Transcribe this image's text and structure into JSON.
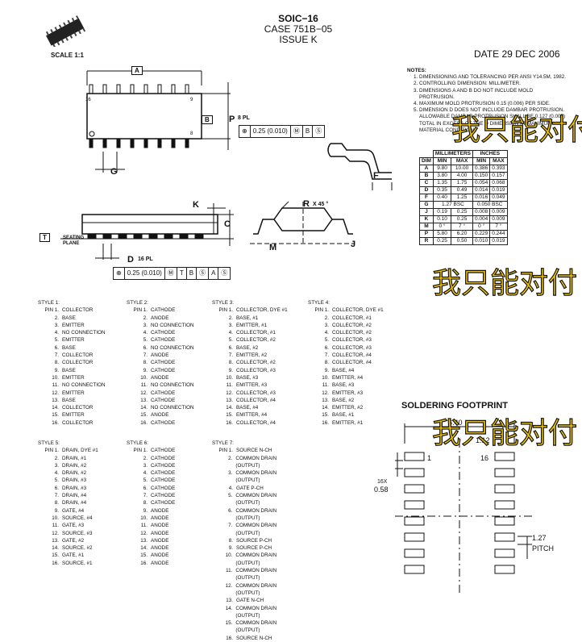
{
  "header": {
    "package": "SOIC−16",
    "case": "CASE 751B−05",
    "issue": "ISSUE K",
    "date": "DATE 29 DEC 2006",
    "scale": "SCALE 1:1"
  },
  "notes": {
    "heading": "NOTES:",
    "items": [
      "DIMENSIONING AND TOLERANCING PER ANSI Y14.5M, 1982.",
      "CONTROLLING DIMENSION: MILLIMETER.",
      "DIMENSIONS A AND B DO NOT INCLUDE MOLD PROTRUSION.",
      "MAXIMUM MOLD PROTRUSION 0.15 (0.006) PER SIDE.",
      "DIMENSION D DOES NOT INCLUDE DAMBAR PROTRUSION. ALLOWABLE DAMBAR PROTRUSION SHALL BE 0.127 (0.005) TOTAL IN EXCESS OF THE D DIMENSION AT MAXIMUM MATERIAL CONDITION."
    ]
  },
  "dim_table": {
    "group1": "MILLIMETERS",
    "group2": "INCHES",
    "cols": [
      "DIM",
      "MIN",
      "MAX",
      "MIN",
      "MAX"
    ],
    "rows": [
      [
        "A",
        "9.80",
        "10.00",
        "0.386",
        "0.393"
      ],
      [
        "B",
        "3.80",
        "4.00",
        "0.150",
        "0.157"
      ],
      [
        "C",
        "1.35",
        "1.75",
        "0.054",
        "0.068"
      ],
      [
        "D",
        "0.35",
        "0.49",
        "0.014",
        "0.019"
      ],
      [
        "F",
        "0.40",
        "1.25",
        "0.016",
        "0.049"
      ],
      [
        "G",
        "1.27 BSC",
        "",
        "0.050 BSC",
        ""
      ],
      [
        "J",
        "0.19",
        "0.25",
        "0.008",
        "0.009"
      ],
      [
        "K",
        "0.10",
        "0.25",
        "0.004",
        "0.009"
      ],
      [
        "M",
        "0 °",
        "7 °",
        "0 °",
        "7 °"
      ],
      [
        "P",
        "5.80",
        "6.20",
        "0.229",
        "0.244"
      ],
      [
        "R",
        "0.25",
        "0.50",
        "0.010",
        "0.019"
      ]
    ]
  },
  "drawing_labels": {
    "a": "A",
    "b": "B",
    "p": "P",
    "p_note": "8 PL",
    "g": "G",
    "k": "K",
    "c": "C",
    "r": "R",
    "r_angle": "X 45 °",
    "m": "M",
    "j": "J",
    "f": "F",
    "t": "T",
    "seating": "SEATING PLANE",
    "d": "D",
    "d_note": "16 PL",
    "pin16": "16",
    "pin9": "9",
    "pin1": "1",
    "pin8": "8",
    "tol1": [
      "⊕",
      "0.25 (0.010)",
      "Ⓜ",
      "B",
      "Ⓢ"
    ],
    "tol2": [
      "⊕",
      "0.25 (0.010)",
      "Ⓜ",
      "T",
      "B",
      "Ⓢ",
      "A",
      "Ⓢ"
    ]
  },
  "styles": [
    {
      "title": "STYLE 1:",
      "pins": [
        "COLLECTOR",
        "BASE",
        "EMITTER",
        "NO CONNECTION",
        "EMITTER",
        "BASE",
        "COLLECTOR",
        "COLLECTOR",
        "BASE",
        "EMITTER",
        "NO CONNECTION",
        "EMITTER",
        "BASE",
        "COLLECTOR",
        "EMITTER",
        "COLLECTOR"
      ]
    },
    {
      "title": "STYLE 2:",
      "pins": [
        "CATHODE",
        "ANODE",
        "NO CONNECTION",
        "CATHODE",
        "CATHODE",
        "NO CONNECTION",
        "ANODE",
        "CATHODE",
        "CATHODE",
        "ANODE",
        "NO CONNECTION",
        "CATHODE",
        "CATHODE",
        "NO CONNECTION",
        "ANODE",
        "CATHODE"
      ]
    },
    {
      "title": "STYLE 3:",
      "pins": [
        "COLLECTOR, DYE #1",
        "BASE, #1",
        "EMITTER, #1",
        "COLLECTOR, #1",
        "COLLECTOR, #2",
        "BASE, #2",
        "EMITTER, #2",
        "COLLECTOR, #2",
        "COLLECTOR, #3",
        "BASE, #3",
        "EMITTER, #3",
        "COLLECTOR, #3",
        "COLLECTOR, #4",
        "BASE, #4",
        "EMITTER, #4",
        "COLLECTOR, #4"
      ]
    },
    {
      "title": "STYLE 4:",
      "pins": [
        "COLLECTOR, DYE #1",
        "COLLECTOR, #1",
        "COLLECTOR, #2",
        "COLLECTOR, #2",
        "COLLECTOR, #3",
        "COLLECTOR, #3",
        "COLLECTOR, #4",
        "COLLECTOR, #4",
        "BASE, #4",
        "EMITTER, #4",
        "BASE, #3",
        "EMITTER, #3",
        "BASE, #2",
        "EMITTER, #2",
        "BASE, #1",
        "EMITTER, #1"
      ]
    },
    {
      "title": "STYLE 5:",
      "pins": [
        "DRAIN, DYE #1",
        "DRAIN, #1",
        "DRAIN, #2",
        "DRAIN, #2",
        "DRAIN, #3",
        "DRAIN, #3",
        "DRAIN, #4",
        "DRAIN, #4",
        "GATE, #4",
        "SOURCE, #4",
        "GATE, #3",
        "SOURCE, #3",
        "GATE, #2",
        "SOURCE, #2",
        "GATE, #1",
        "SOURCE, #1"
      ]
    },
    {
      "title": "STYLE 6:",
      "pins": [
        "CATHODE",
        "CATHODE",
        "CATHODE",
        "CATHODE",
        "CATHODE",
        "CATHODE",
        "CATHODE",
        "CATHODE",
        "ANODE",
        "ANODE",
        "ANODE",
        "ANODE",
        "ANODE",
        "ANODE",
        "ANODE",
        "ANODE"
      ]
    },
    {
      "title": "STYLE 7:",
      "pins": [
        "SOURCE N-CH",
        "COMMON DRAIN (OUTPUT)",
        "COMMON DRAIN (OUTPUT)",
        "GATE P-CH",
        "COMMON DRAIN (OUTPUT)",
        "COMMON DRAIN (OUTPUT)",
        "COMMON DRAIN (OUTPUT)",
        "SOURCE P-CH",
        "SOURCE P-CH",
        "COMMON DRAIN (OUTPUT)",
        "COMMON DRAIN (OUTPUT)",
        "COMMON DRAIN (OUTPUT)",
        "GATE N-CH",
        "COMMON DRAIN (OUTPUT)",
        "COMMON DRAIN (OUTPUT)",
        "SOURCE N-CH"
      ]
    }
  ],
  "pin_prefix": "PIN 1.",
  "footprint": {
    "title": "SOLDERING FOOTPRINT",
    "dim_top": "6.40",
    "dim_pad": "1.12",
    "label_1": "1",
    "label_16": "16",
    "count": "16X",
    "pad_w": "0.58",
    "pitch_value": "1.27",
    "pitch_label": "PITCH"
  },
  "watermark": "我只能对付"
}
